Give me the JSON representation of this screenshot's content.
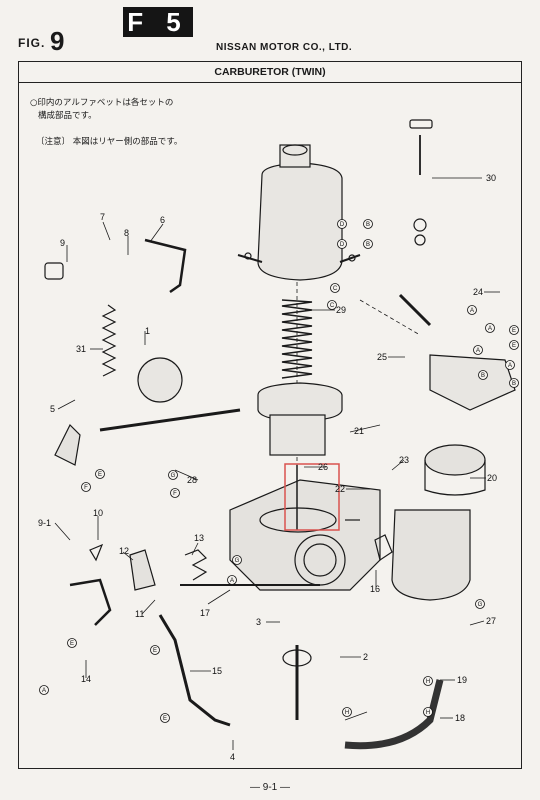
{
  "header": {
    "fig_label": "FIG.",
    "fig_number": "9",
    "section_badge": "F 5",
    "company": "NISSAN MOTOR CO., LTD."
  },
  "title": "CARBURETOR (TWIN)",
  "notes": {
    "line1": "○印内のアルファベットは各セットの",
    "line2": "構成部品です。",
    "line3": "〔注意〕 本図はリヤー側の部品です。"
  },
  "callouts": [
    "30",
    "24",
    "29",
    "9",
    "7",
    "8",
    "6",
    "31",
    "1",
    "25",
    "5",
    "21",
    "26",
    "23",
    "22",
    "20",
    "28",
    "9-1",
    "10",
    "12",
    "13",
    "11",
    "17",
    "16",
    "3",
    "27",
    "14",
    "15",
    "2",
    "19",
    "18",
    "4"
  ],
  "set_letters": [
    "D",
    "D",
    "B",
    "B",
    "C",
    "C",
    "A",
    "A",
    "E",
    "E",
    "A",
    "B",
    "B",
    "A",
    "E",
    "F",
    "F",
    "G",
    "G",
    "A",
    "A",
    "E",
    "E",
    "E",
    "G",
    "H",
    "H",
    "H"
  ],
  "page_number": "— 9-1 —",
  "highlight_color": "#d9534f"
}
